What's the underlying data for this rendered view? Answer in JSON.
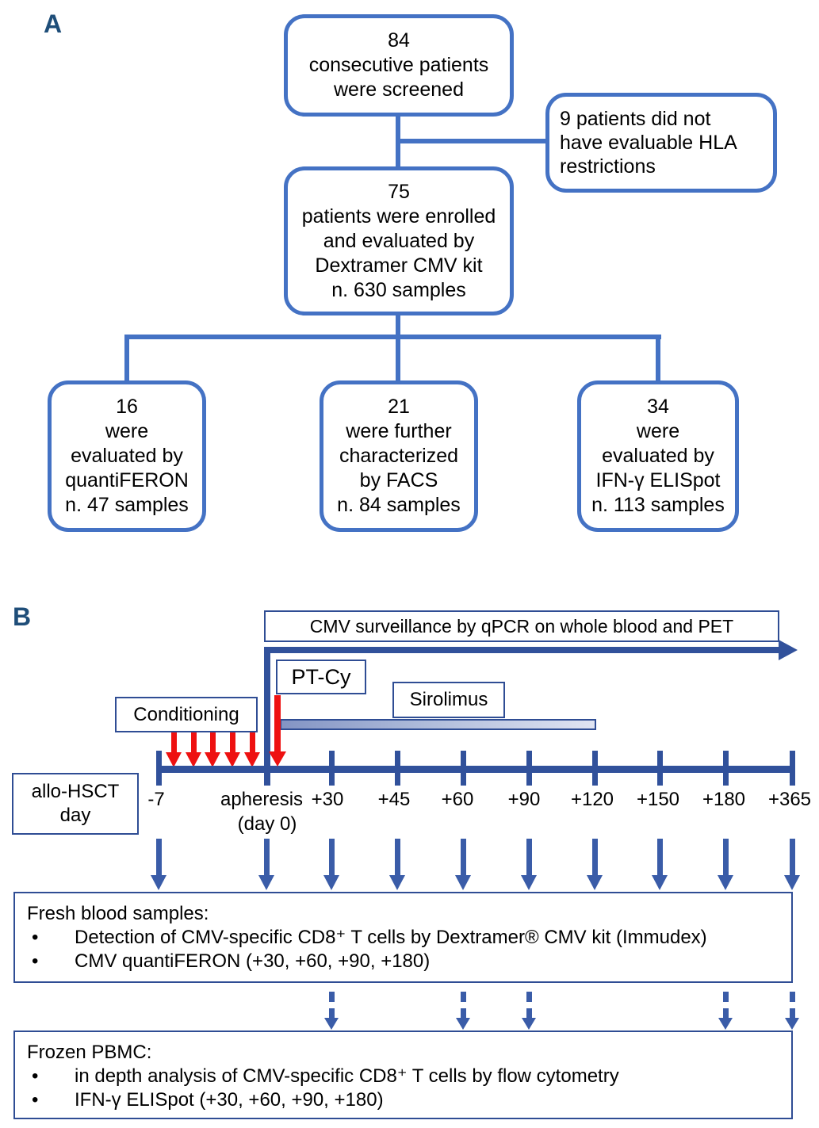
{
  "colors": {
    "panel_a_blue": "#4472C4",
    "panel_b_navy": "#31519B",
    "arrow_blue": "#3A5CA8",
    "red_arrow": "#EE1111",
    "panel_label_blue": "#1F4E79",
    "sirolimus_gradient_start": "#8394C4",
    "sirolimus_gradient_end": "#E0E4F2"
  },
  "panel_a": {
    "label": "A",
    "screened": [
      "84",
      "consecutive patients",
      "were screened"
    ],
    "excluded": [
      "9 patients did not",
      "have evaluable HLA",
      "restrictions"
    ],
    "enrolled": [
      "75",
      "patients were enrolled",
      "and evaluated by",
      "Dextramer CMV kit",
      "n. 630 samples"
    ],
    "quantiferon": [
      "16",
      "were",
      "evaluated by",
      "quantiFERON",
      "n. 47 samples"
    ],
    "facs": [
      "21",
      "were further",
      "characterized",
      "by FACS",
      "n. 84 samples"
    ],
    "elispot": [
      "34",
      "were",
      "evaluated by",
      "IFN-γ ELISpot",
      "n. 113 samples"
    ]
  },
  "panel_b": {
    "label": "B",
    "surveillance": "CMV surveillance by qPCR on whole blood and PET",
    "ptcy": "PT-Cy",
    "conditioning": "Conditioning",
    "sirolimus": "Sirolimus",
    "axis_box": [
      "allo-HSCT",
      "day"
    ],
    "ticks": [
      "-7",
      "apheresis",
      "+30",
      "+45",
      "+60",
      "+90",
      "+120",
      "+150",
      "+180",
      "+365"
    ],
    "day0_sublabel": "(day 0)",
    "bullet_char": "•",
    "fresh": {
      "title": "Fresh blood samples:",
      "bullets": [
        "Detection of CMV-specific CD8⁺ T cells by Dextramer® CMV kit (Immudex)",
        "CMV quantiFERON (+30, +60, +90, +180)"
      ]
    },
    "frozen": {
      "title": "Frozen PBMC:",
      "bullets": [
        "in depth analysis of CMV-specific CD8⁺ T cells by flow cytometry",
        "IFN-γ ELISpot (+30, +60, +90, +180)"
      ]
    }
  }
}
